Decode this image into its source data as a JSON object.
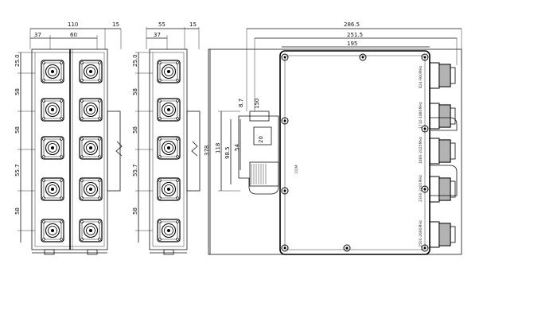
{
  "front_view": {
    "dims_top": [
      "110",
      "15",
      "37",
      "60"
    ],
    "dims_left": [
      "25.0",
      "58",
      "58",
      "55.7",
      "58"
    ]
  },
  "side_view": {
    "dims_top": [
      "55",
      "15",
      "37"
    ],
    "dims_left": [
      "25.0",
      "58",
      "58",
      "55.7",
      "58"
    ]
  },
  "top_view": {
    "dims_top": [
      "286.5",
      "251.5",
      "195"
    ],
    "dims_vertical": [
      "378",
      "118",
      "98.5",
      "54"
    ],
    "dims_small": [
      "8.7",
      "150",
      "20"
    ],
    "body_label": "COM",
    "port_labels": [
      "824-960MHz",
      "1710-1880MHz",
      "1880-2025MHz",
      "2300-2400MHz",
      "2500-2690MHz"
    ]
  }
}
